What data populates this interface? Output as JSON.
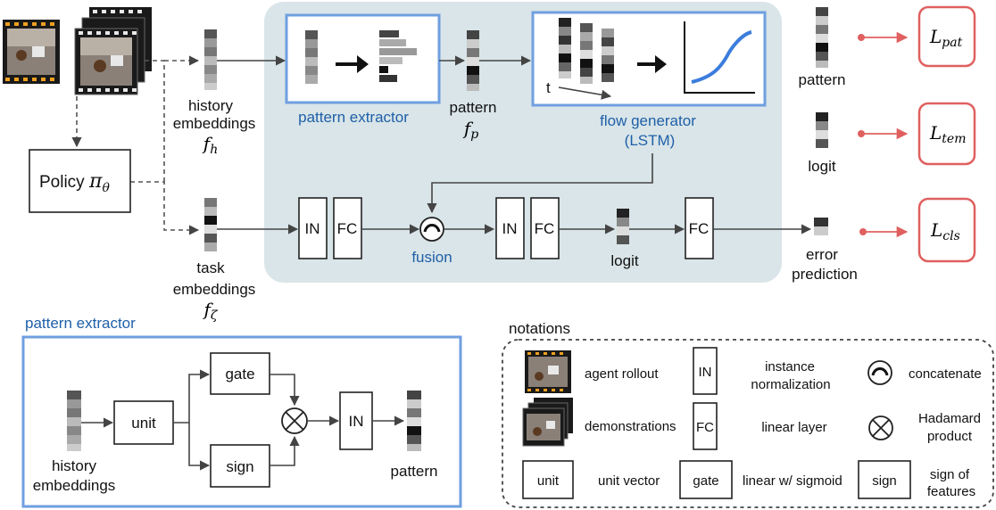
{
  "main": {
    "policy_label": "Policy",
    "policy_symbol": "π",
    "policy_sub": "θ",
    "history_label_1": "history",
    "history_label_2": "embeddings",
    "history_symbol": "f",
    "history_sub": "h",
    "task_label_1": "task",
    "task_label_2": "embeddings",
    "task_symbol": "f",
    "task_sub": "ζ",
    "pattern_extractor_label": "pattern extractor",
    "pattern_label": "pattern",
    "pattern_symbol": "f",
    "pattern_sub": "p",
    "flow_generator_label": "flow generator",
    "flow_generator_sub": "(LSTM)",
    "t_label": "t",
    "in_label": "IN",
    "fc_label": "FC",
    "fusion_label": "fusion",
    "logit_label": "logit",
    "error_label_1": "error",
    "error_label_2": "prediction",
    "right_pattern_label": "pattern",
    "right_logit_label": "logit",
    "loss_pat": "L",
    "loss_pat_sub": "pat",
    "loss_tem": "L",
    "loss_tem_sub": "tem",
    "loss_cls": "L",
    "loss_cls_sub": "cls"
  },
  "extractor_detail": {
    "title": "pattern extractor",
    "history_1": "history",
    "history_2": "embeddings",
    "unit": "unit",
    "gate": "gate",
    "sign": "sign",
    "in": "IN",
    "pattern": "pattern"
  },
  "notations": {
    "title": "notations",
    "agent_rollout": "agent rollout",
    "in_box": "IN",
    "instance_1": "instance",
    "instance_2": "normalization",
    "concatenate": "concatenate",
    "demonstrations": "demonstrations",
    "fc_box": "FC",
    "linear_layer": "linear layer",
    "hadamard_1": "Hadamard",
    "hadamard_2": "product",
    "unit_box": "unit",
    "unit_vector": "unit vector",
    "gate_box": "gate",
    "linear_sigmoid": "linear w/ sigmoid",
    "sign_box": "sign",
    "sign_of_1": "sign of",
    "sign_of_2": "features"
  },
  "colors": {
    "panel": "#d9e5e8",
    "blue_border": "#6f9fe0",
    "blue_text": "#1f5fa8",
    "loss_border": "#e06060"
  }
}
